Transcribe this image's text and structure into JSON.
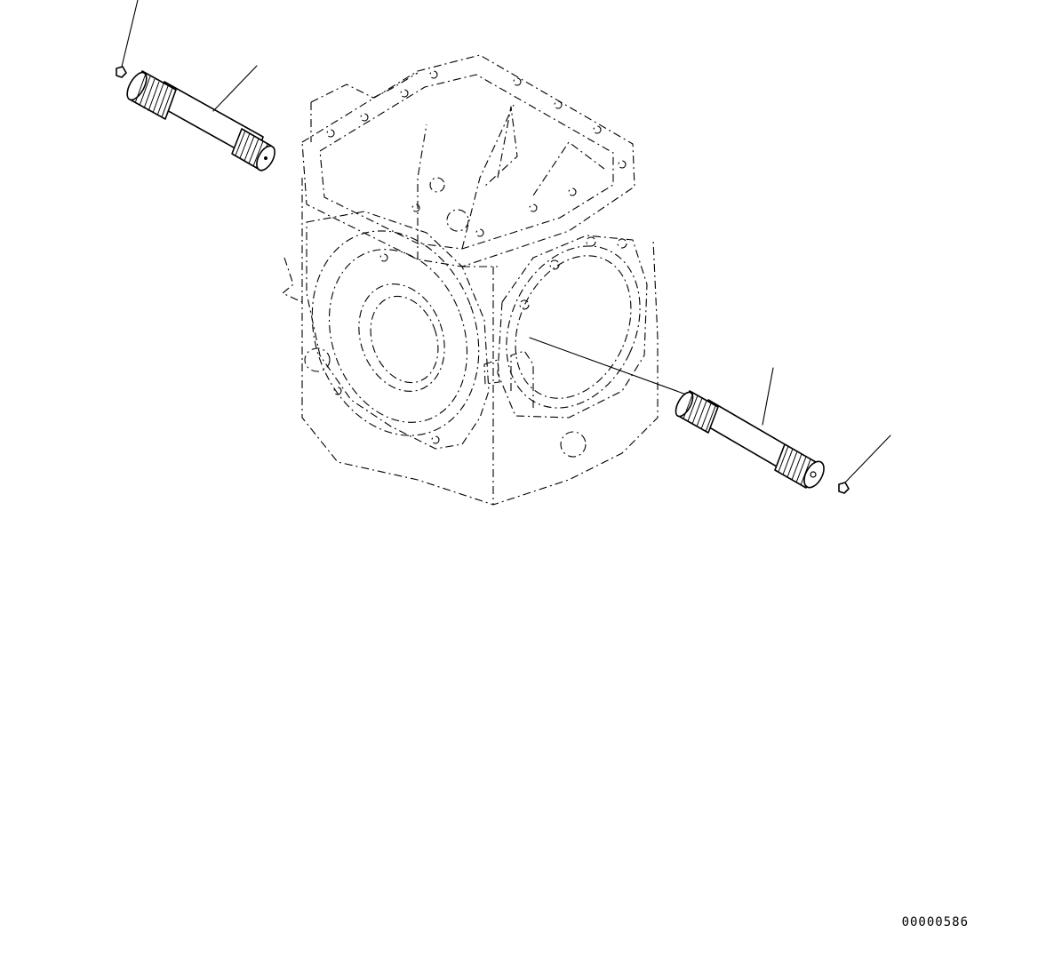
{
  "diagram": {
    "drawing_number": "00000586",
    "parts": [
      {
        "id": "shaft-left",
        "icon": "spline-shaft"
      },
      {
        "id": "plug-left",
        "icon": "plug"
      },
      {
        "id": "shaft-right",
        "icon": "spline-shaft"
      },
      {
        "id": "plug-right",
        "icon": "plug"
      },
      {
        "id": "housing",
        "icon": "transmission-case"
      }
    ],
    "colors": {
      "line": "#000000",
      "background": "#ffffff"
    }
  }
}
